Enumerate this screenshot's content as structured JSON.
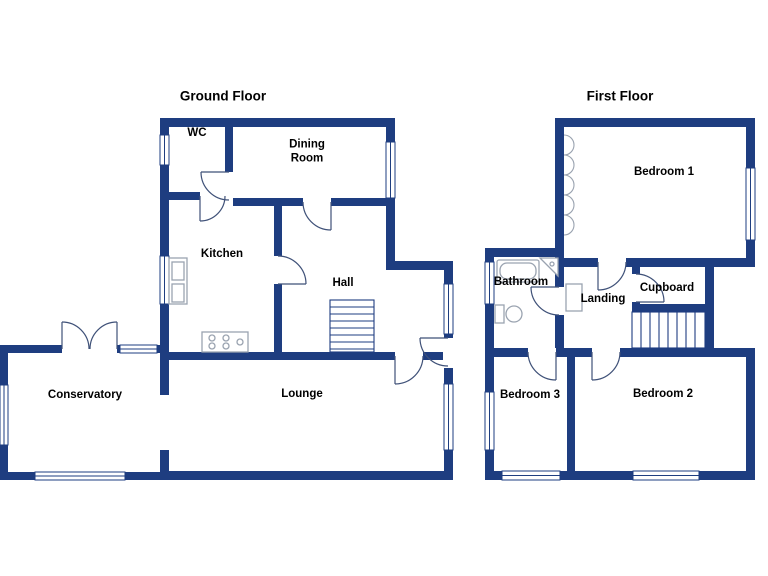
{
  "colors": {
    "wall": "#1e3d80",
    "door": "#3f5178",
    "fixture": "#9aa3b0",
    "text": "#000000",
    "background": "#ffffff"
  },
  "ground_floor": {
    "title": "Ground Floor",
    "rooms": {
      "wc": "WC",
      "dining_room": "Dining Room",
      "kitchen": "Kitchen",
      "hall": "Hall",
      "conservatory": "Conservatory",
      "lounge": "Lounge"
    }
  },
  "first_floor": {
    "title": "First Floor",
    "rooms": {
      "bedroom1": "Bedroom 1",
      "bathroom": "Bathroom",
      "landing": "Landing",
      "cupboard": "Cupboard",
      "bedroom3": "Bedroom 3",
      "bedroom2": "Bedroom 2"
    }
  }
}
